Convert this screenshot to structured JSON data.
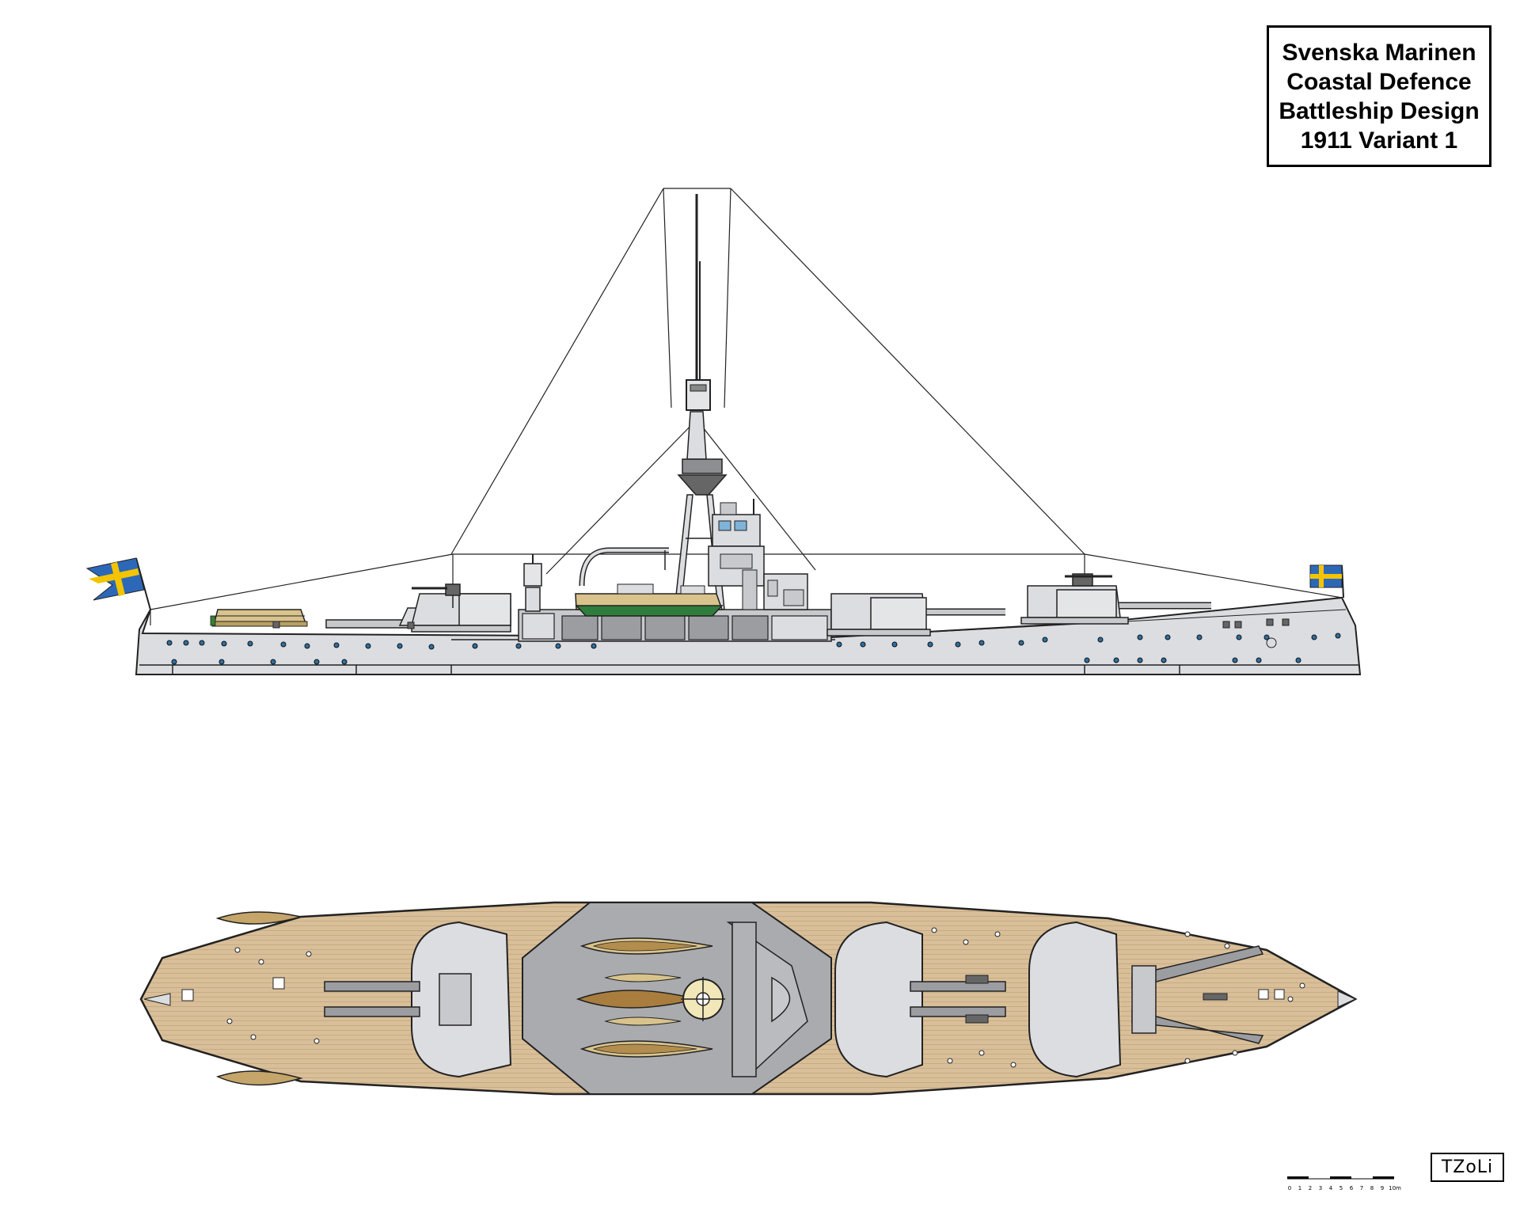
{
  "title": {
    "lines": [
      "Svenska Marinen",
      "Coastal Defence",
      "Battleship Design",
      "1911 Variant 1"
    ]
  },
  "scale_bar": {
    "ticks": [
      "0",
      "1",
      "2",
      "3",
      "4",
      "5",
      "6",
      "7",
      "8",
      "9",
      "10m"
    ]
  },
  "signature": "TZoLi",
  "colors": {
    "hull": "#dcdde0",
    "outline": "#222222",
    "deck_wood": "#d9bf99",
    "superstructure": "#a9abae",
    "boat_green": "#2e7d3c",
    "boat_wood": "#d8c38c",
    "flag_blue": "#2d68b8",
    "flag_yellow": "#f4c400"
  },
  "icons": {
    "stern_flag": "swedish-ensign-icon",
    "bow_flag": "swedish-jack-icon"
  }
}
